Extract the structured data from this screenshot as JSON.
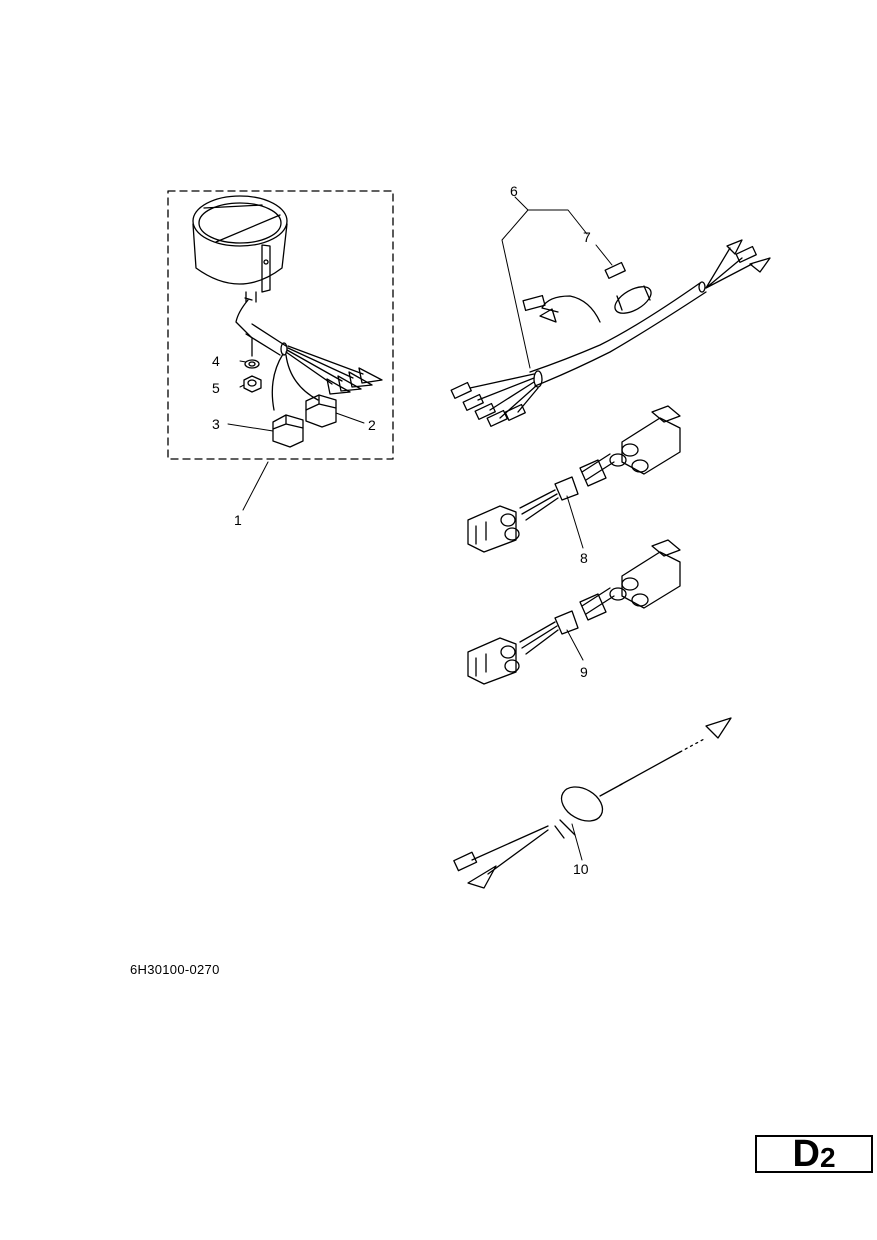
{
  "callouts": {
    "c1": "1",
    "c2": "2",
    "c3": "3",
    "c4": "4",
    "c5": "5",
    "c6": "6",
    "c7": "7",
    "c8": "8",
    "c9": "9",
    "c10": "10"
  },
  "part_code": "6H30100-0270",
  "page_badge": {
    "letter": "D",
    "number": "2"
  }
}
